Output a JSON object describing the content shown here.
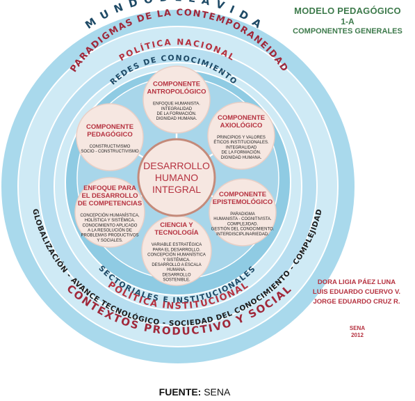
{
  "header": {
    "title": "MODELO PEDAGÓGICO",
    "subtitle": "1-A",
    "caption": "COMPONENTES GENERALES"
  },
  "rings": {
    "mundo": "M U N D O   D E   L A   V I D A",
    "paradigmas": "PARADIGMAS DE LA CONTEMPORANEIDAD",
    "politica_nacional": "POLÍTICA NACIONAL",
    "redes": "REDES DE CONOCIMIENTO",
    "sectoriales": "SECTORIALES E INSTITUCIONALES",
    "politica_institucional": "POLÍTICA INSTITUCIONAL",
    "globalizacion": "GLOBALIZACIÓN - AVANCE TECNOLÓGICO - SOCIEDAD DEL CONOCIMIENTO - COMPLEJIDAD",
    "contextos": "CONTEXTOS PRODUCTIVO Y SOCIAL"
  },
  "center": {
    "lines": [
      "DESARROLLO",
      "HUMANO",
      "INTEGRAL"
    ]
  },
  "components": [
    {
      "key": "antropologico",
      "title": [
        "COMPONENTE",
        "ANTROPOLÓGICO"
      ],
      "body": [
        "ENFOQUE HUMANISTA.",
        "INTEGRALIDAD",
        "DE LA FORMACIÓN.",
        "DIGNIDAD HUMANA."
      ]
    },
    {
      "key": "axiologico",
      "title": [
        "COMPONENTE",
        "AXIOLÓGICO"
      ],
      "body": [
        "PRINCIPIOS Y VALORES",
        "ÉTICOS INSTITUCIONALES.",
        "INTEGRALIDAD",
        "DE LA FORMACIÓN.",
        "DIGNIDAD HUMANA."
      ]
    },
    {
      "key": "epistemologico",
      "title": [
        "COMPONENTE",
        "EPISTEMOLÓGICO"
      ],
      "body": [
        "PARADIGMA",
        "HUMANISTA - COGNITIVISTA.",
        "COMPLEJIDAD.",
        "GESTIÓN DEL CONOCIMIENTO.",
        "INTERDISCIPLINARIEDAD."
      ]
    },
    {
      "key": "ciencia",
      "title": [
        "CIENCIA Y",
        "TECNOLOGÍA"
      ],
      "body": [
        "VARIABLE ESTRATÉGICA",
        "PARA EL DESARROLLO.",
        "CONCEPCIÓN HUMANÍSTICA",
        "Y SISTÉMICA.",
        "DESARROLLO A ESCALA",
        "HUMANA.",
        "DESARROLLO",
        "SOSTENIBLE."
      ]
    },
    {
      "key": "competencias",
      "title": [
        "ENFOQUE PARA",
        "EL DESARROLLO",
        "DE COMPETENCIAS"
      ],
      "body": [
        "CONCEPCIÓN HUMANÍSTICA,",
        "HOLÍSTICA Y SISTÉMICA.",
        "CONOCIMIENTO APLICADO",
        "A LA RESOLUCIÓN DE",
        "PROBLEMAS PRODUCTIVOS",
        "Y SOCIALES."
      ]
    },
    {
      "key": "pedagogico",
      "title": [
        "COMPONENTE",
        "PEDAGÓGICO"
      ],
      "body": [
        "CONSTRUCTIVISMO",
        "SOCIO - CONSTRUCTIVISMO"
      ]
    }
  ],
  "authors": [
    "DORA LIGIA PÁEZ LUNA",
    "LUIS EDUARDO CUERVO V.",
    "JORGE EDUARDO CRUZ R."
  ],
  "org": {
    "name": "SENA",
    "year": "2012"
  },
  "footer": {
    "label": "FUENTE:",
    "value": "SENA"
  },
  "colors": {
    "outer": "#a9d9ec",
    "band": "#cfeaf5",
    "thinline": "#ffffff",
    "inner": "#8fcbe3",
    "circle": "#f6e7e1",
    "red": "#b5313f",
    "darkred": "#a0283a",
    "navy": "#1e4a66",
    "dark": "#1d1d1d",
    "green": "#3d7a4b"
  }
}
